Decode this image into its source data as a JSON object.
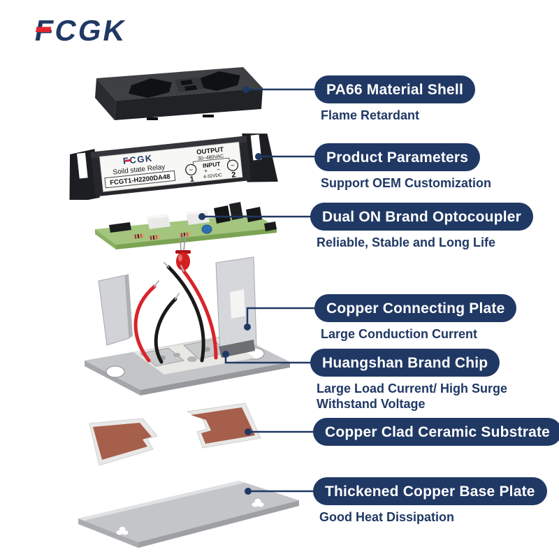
{
  "colors": {
    "navy": "#203864",
    "red": "#e0252e",
    "copper": "#a55f4a",
    "pcb_green": "#a3c57e",
    "metal": "#c3c5c8"
  },
  "logo": {
    "text": "FCGK"
  },
  "relay_label": {
    "brand": "FCGK",
    "product": "Soild state Relay",
    "model": "FCGT1-H2200DA48",
    "output_title": "OUTPUT",
    "output_range": "30~480VAC",
    "input_title": "INPUT",
    "input_range": "4-32VDC",
    "terminal_left": "1",
    "terminal_right": "2",
    "ac_symbol_left": "~",
    "ac_symbol_right": "~",
    "plus": "+",
    "minus": "−"
  },
  "callouts": [
    {
      "label": "PA66 Material Shell",
      "sublabel": "Flame Retardant"
    },
    {
      "label": "Product Parameters",
      "sublabel": "Support OEM Customization"
    },
    {
      "label": "Dual ON Brand Optocoupler",
      "sublabel": "Reliable, Stable and Long Life"
    },
    {
      "label": "Copper Connecting Plate",
      "sublabel": "Large Conduction Current"
    },
    {
      "label": "Huangshan Brand Chip",
      "sublabel": "Large Load Current/ High Surge Withstand Voltage"
    },
    {
      "label": "Copper Clad Ceramic Substrate"
    },
    {
      "label": "Thickened Copper Base Plate",
      "sublabel": "Good Heat Dissipation"
    }
  ],
  "illustrations": {
    "shell": "plastic-shell-illustration",
    "relay": "relay-body-illustration",
    "pcb": "pcb-optocoupler-illustration",
    "assembly": "copper-plate-chip-assembly-illustration",
    "substrates": "ceramic-substrates-illustration",
    "base_plate": "copper-base-plate-illustration"
  }
}
